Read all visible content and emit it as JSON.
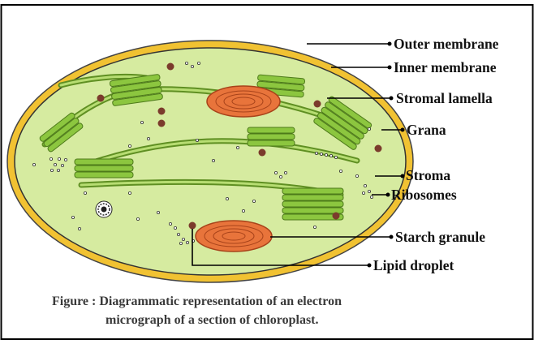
{
  "labels": {
    "outer_membrane": "Outer membrane",
    "inner_membrane": "Inner membrane",
    "stromal_lamella": "Stromal lamella",
    "grana": "Grana",
    "stroma": "Stroma",
    "ribosomes": "Ribosomes",
    "starch_granule": "Starch granule",
    "lipid_droplet": "Lipid droplet"
  },
  "caption": {
    "line1": "Figure : Diagrammatic representation of an electron",
    "line2": "micrograph of a section of chloroplast."
  },
  "colors": {
    "outer_membrane": "#f1c232",
    "stroma": "#d6eba0",
    "thylakoid": "#8cc63f",
    "starch": "#e8743b",
    "lipid": "#7b3b2c"
  }
}
